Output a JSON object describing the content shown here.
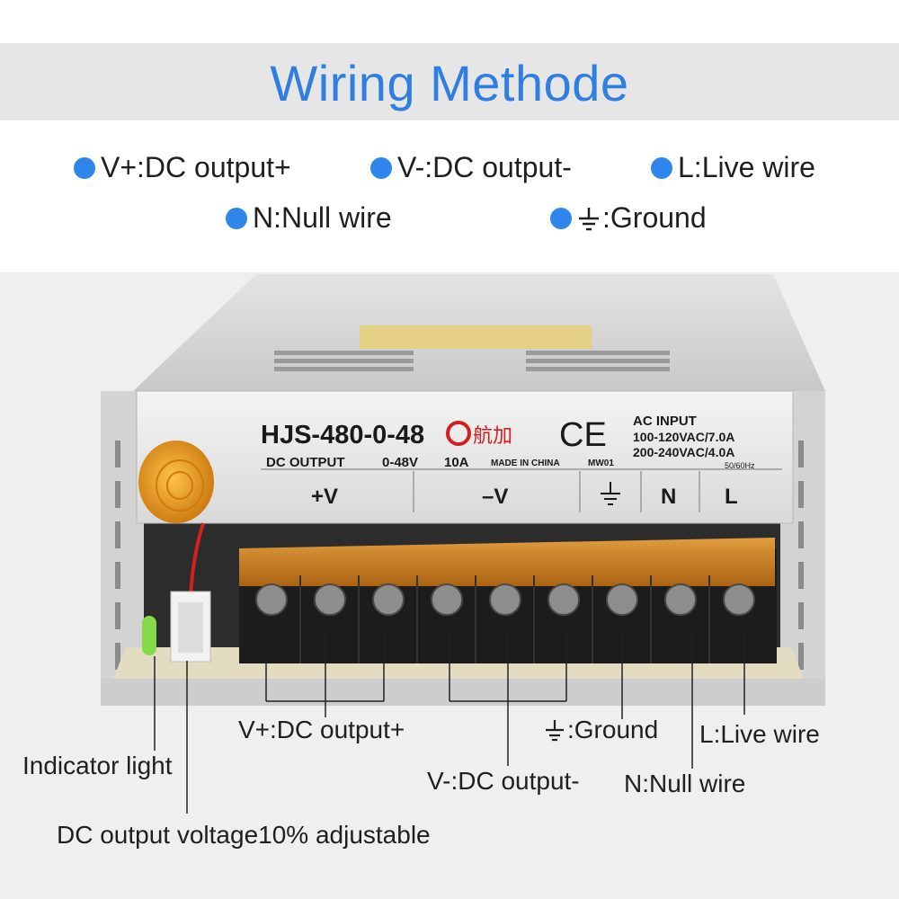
{
  "title": "Wiring Methode",
  "legend": {
    "v_plus": "V+:DC output+",
    "v_minus": "V-:DC output-",
    "live": "L:Live wire",
    "null": "N:Null wire",
    "ground": ":Ground"
  },
  "label_plate": {
    "model": "HJS-480-0-48",
    "brand": "航加",
    "ce": "CE",
    "dc_output": "DC OUTPUT",
    "range": "0-48V",
    "current": "10A",
    "made_in": "MADE IN CHINA",
    "model_code": "MW01",
    "ac_input": "AC INPUT",
    "ac_line1": "100-120VAC/7.0A",
    "ac_line2": "200-240VAC/4.0A",
    "freq": "50/60Hz",
    "term_vplus": "+V",
    "term_vminus": "–V",
    "term_n": "N",
    "term_l": "L"
  },
  "callouts": {
    "v_plus": "V+:DC output+",
    "ground": ":Ground",
    "live": "L:Live wire",
    "indicator": "Indicator light",
    "v_minus": "V-:DC output-",
    "null": "N:Null wire",
    "adjust": "DC output voltage10% adjustable"
  },
  "colors": {
    "accent": "#2f7fe0",
    "dot": "#2f86ea",
    "knob": "#e0901a",
    "terminal_cover": "#d98a1f"
  }
}
